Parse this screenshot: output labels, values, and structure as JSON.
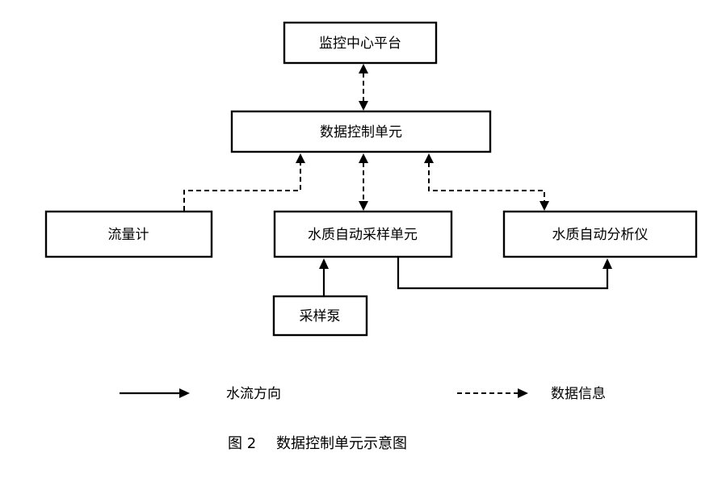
{
  "nodes": {
    "monitoring_platform": "监控中心平台",
    "data_control_unit": "数据控制单元",
    "flow_meter": "流量计",
    "sampling_unit": "水质自动采样单元",
    "analyzer": "水质自动分析仪",
    "sampling_pump": "采样泵"
  },
  "legend": {
    "water_flow": "水流方向",
    "data_info": "数据信息"
  },
  "caption": {
    "figure_number": "图 2",
    "title": "数据控制单元示意图"
  }
}
